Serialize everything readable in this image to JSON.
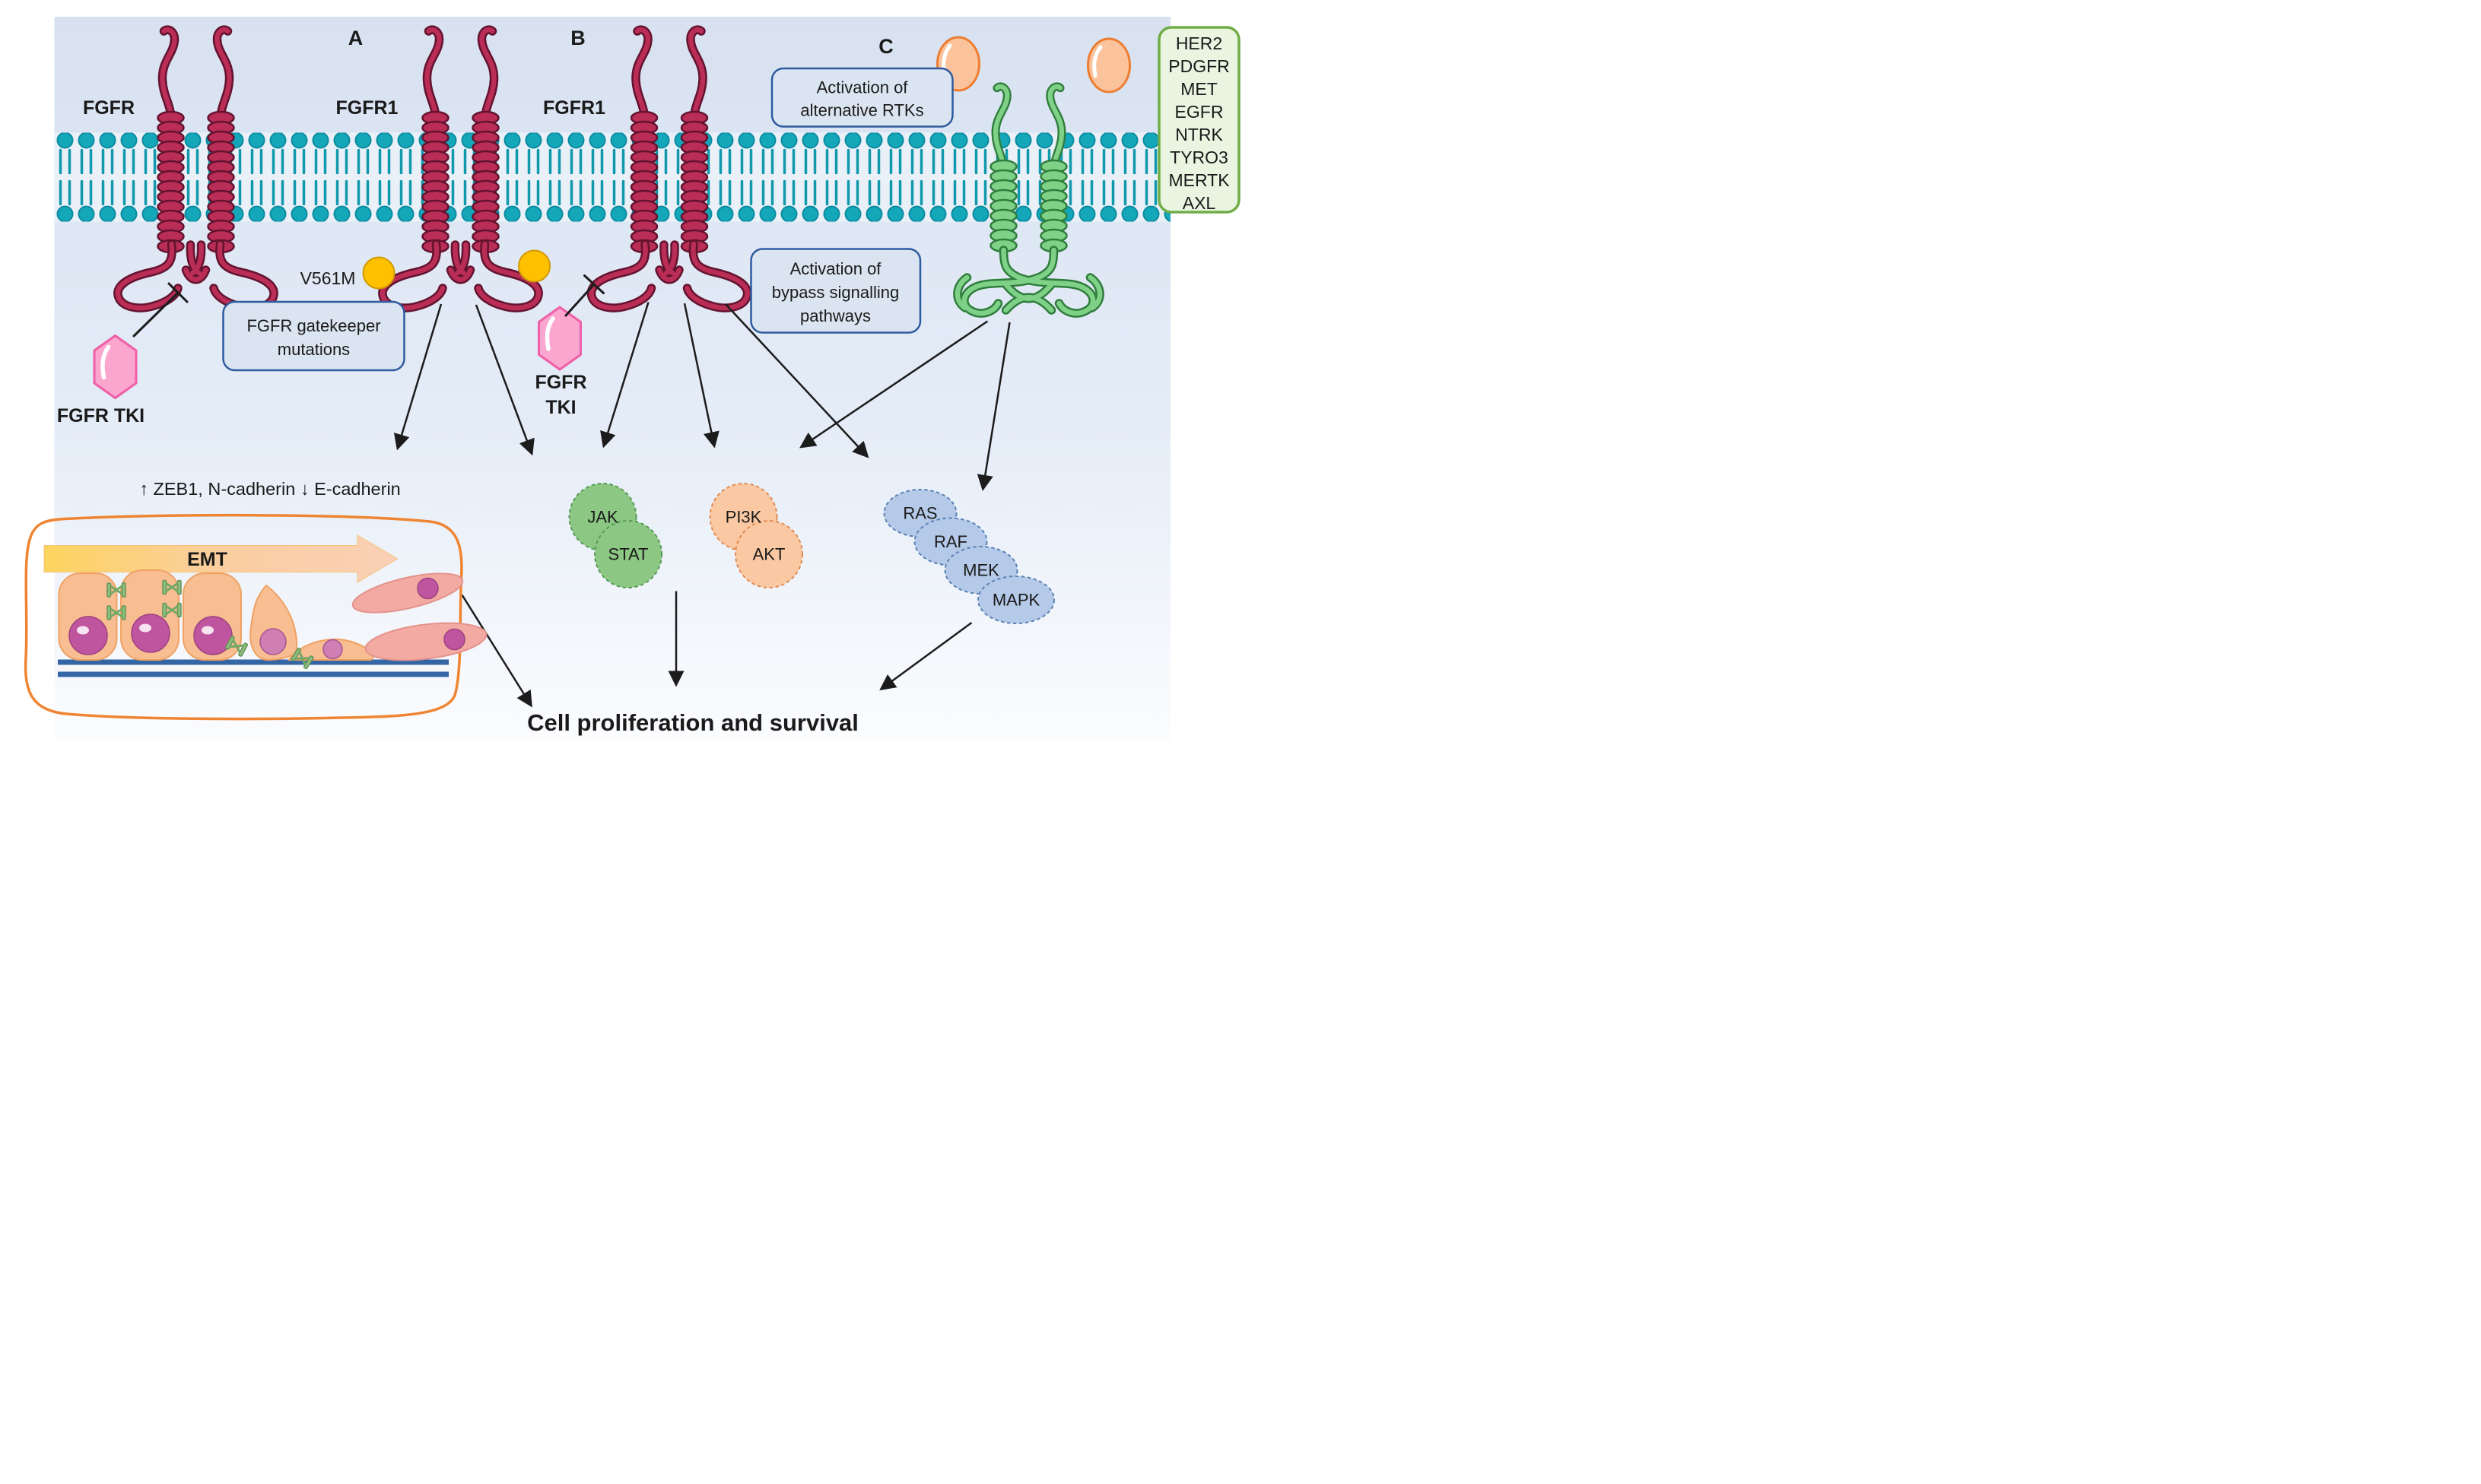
{
  "panel_letters": {
    "a": "A",
    "b": "B",
    "c": "C"
  },
  "receptor_labels": {
    "fgfr": "FGFR",
    "fgfr1_a": "FGFR1",
    "fgfr1_b": "FGFR1"
  },
  "mutation_label": "V561M",
  "tki": {
    "label_left": "FGFR TKI",
    "label_b_line1": "FGFR",
    "label_b_line2": "TKI"
  },
  "boxes": {
    "gatekeeper": {
      "line1": "FGFR gatekeeper",
      "line2": "mutations"
    },
    "alt_rtks": {
      "line1": "Activation of",
      "line2": "alternative RTKs"
    },
    "bypass": {
      "line1": "Activation of",
      "line2": "bypass signalling",
      "line3": "pathways"
    }
  },
  "rtk_list": [
    "HER2",
    "PDGFR",
    "MET",
    "EGFR",
    "NTRK",
    "TYRO3",
    "MERTK",
    "AXL"
  ],
  "emt": {
    "markers": "↑ ZEB1, N-cadherin ↓ E-cadherin",
    "arrow_label": "EMT"
  },
  "molecules": {
    "jak": "JAK",
    "stat": "STAT",
    "pi3k": "PI3K",
    "akt": "AKT",
    "ras": "RAS",
    "raf": "RAF",
    "mek": "MEK",
    "mapk": "MAPK"
  },
  "outcome": "Cell proliferation and survival",
  "colors": {
    "panel_blue": "#d9e3f1",
    "membrane_teal": "#14a7b9",
    "membrane_outline": "#0b8ba0",
    "receptor_red": "#b92d56",
    "receptor_green": "#7fd187",
    "ligand_orange_fill": "#fbc39c",
    "ligand_orange_border": "#ed7d31",
    "tki_pink_fill": "#fba6ce",
    "tki_pink_border": "#ef5fa7",
    "mutation_yellow": "#ffc000",
    "annotation_box_border": "#2e5b9f",
    "rtk_box_fill": "#e9f4e1",
    "rtk_box_border": "#70ad47",
    "emt_outline_orange": "#ef8532",
    "jak_stat_green": "#8cc883",
    "pi3k_akt_orange": "#fac8a2",
    "ras_cascade_blue": "#b5c9e8",
    "basement_membrane_blue": "#3465a4",
    "arrow_black": "#1c1c1c"
  }
}
